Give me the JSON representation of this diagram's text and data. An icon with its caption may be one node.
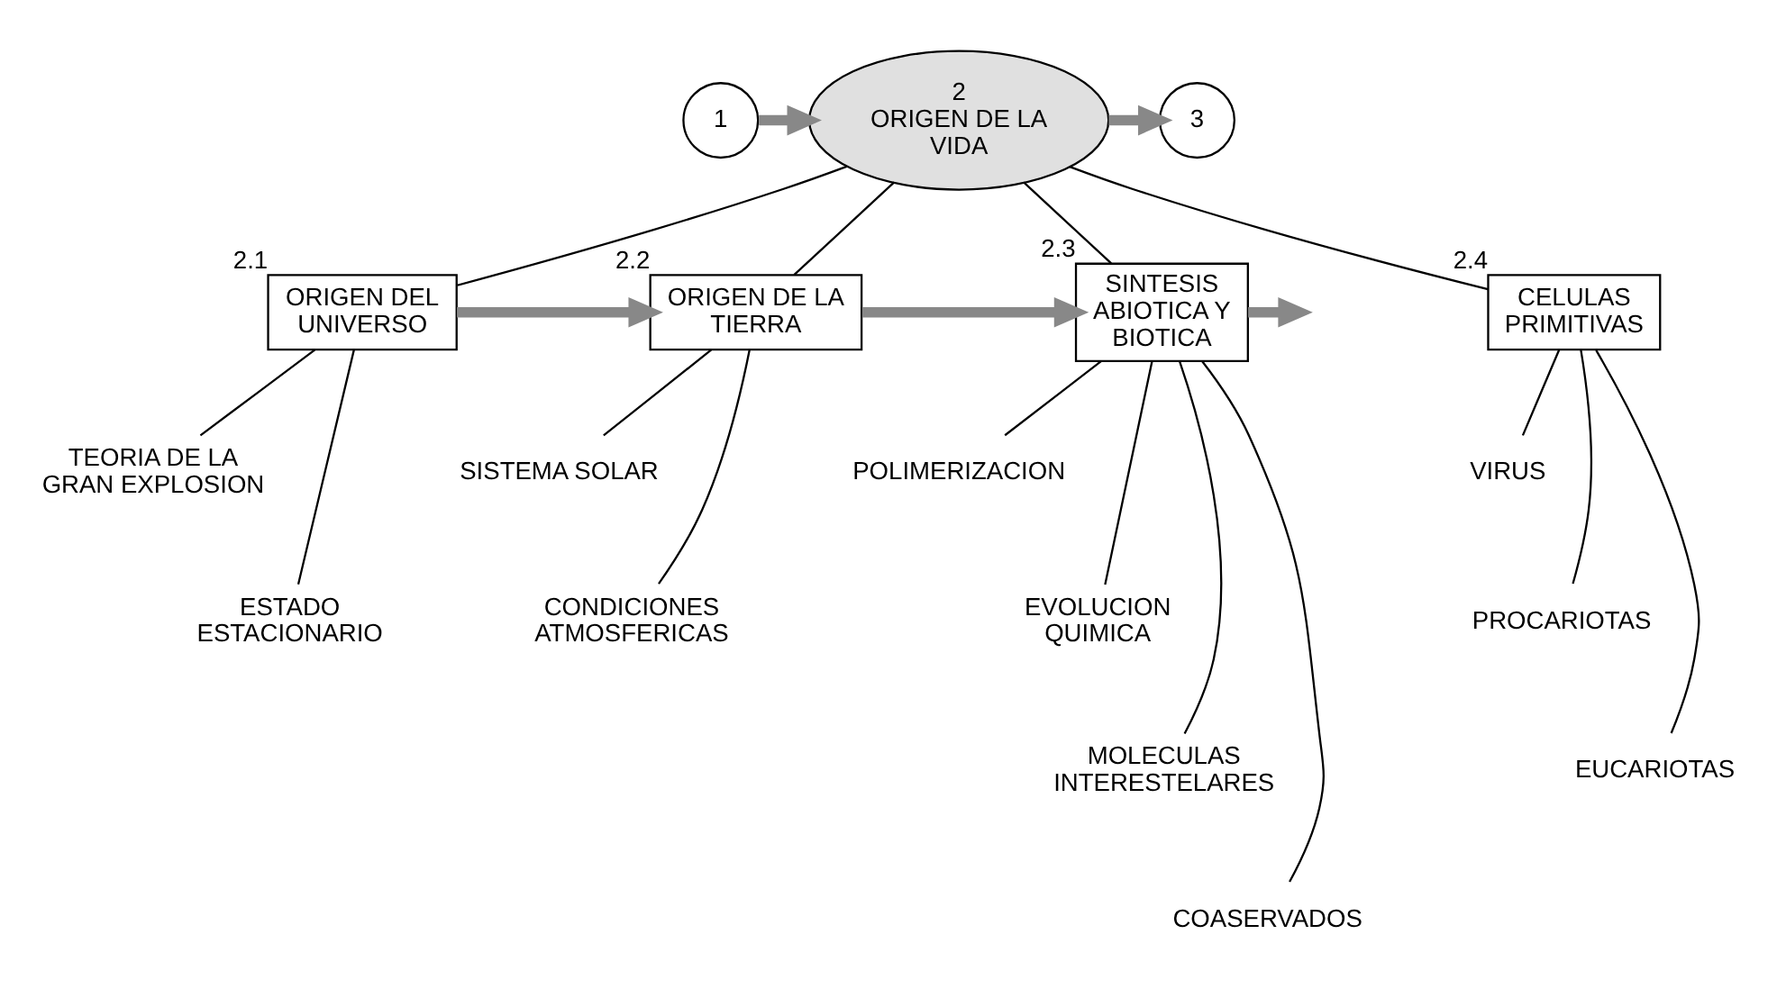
{
  "diagram": {
    "nodes": [
      {
        "text": [
          "1"
        ]
      },
      {
        "text": [
          "2",
          "ORIGEN DE LA VIDA"
        ]
      },
      {
        "text": [
          "3"
        ]
      },
      {
        "text": [
          "ORIGEN DEL UNIVERSO"
        ],
        "beside": [
          "2.1"
        ]
      },
      {
        "text": [
          "ORIGEN DE LA TIERRA"
        ],
        "beside": [
          "2.2"
        ]
      },
      {
        "text": [
          "SINTESIS ABIOTICA Y BIOTICA"
        ],
        "beside": [
          "2.3"
        ]
      },
      {
        "text": [
          "CELULAS PRIMITIVAS"
        ],
        "beside": [
          "2.4"
        ]
      },
      {
        "text": [
          "TEORIA DE LA GRAN EXPLOSION"
        ]
      },
      {
        "text": [
          "ESTADO ESTACIONARIO"
        ]
      },
      {
        "text": [
          "SISTEMA SOLAR"
        ]
      },
      {
        "text": [
          "CONDICIONES ATMOSFERICAS"
        ]
      },
      {
        "text": [
          "POLIMERIZACION"
        ]
      },
      {
        "text": [
          "EVOLUCION QUIMICA"
        ]
      },
      {
        "text": [
          "MOLECULAS INTERESTELARES"
        ]
      },
      {
        "text": [
          "COASERVADOS"
        ]
      },
      {
        "text": [
          "VIRUS"
        ]
      },
      {
        "text": [
          "PROCARIOTAS"
        ]
      },
      {
        "text": [
          "EUCARIOTAS"
        ]
      }
    ],
    "edges": [
      {
        "from": 0,
        "to": 1,
        "arrow": "to",
        "style": "thick",
        "color": "#888888"
      },
      {
        "from": 1,
        "to": 2,
        "arrow": "to",
        "style": "thick",
        "color": "#888888"
      },
      {
        "from": 1,
        "to": 3,
        "arrow": "none"
      },
      {
        "from": 1,
        "to": 4,
        "arrow": "none"
      },
      {
        "from": 1,
        "to": 5,
        "arrow": "none"
      },
      {
        "from": 1,
        "to": 6,
        "arrow": "none"
      },
      {
        "from": 3,
        "to": 4,
        "arrow": "to",
        "style": "thick",
        "color": "#888888"
      },
      {
        "from": 4,
        "to": 5,
        "arrow": "to",
        "style": "thick",
        "color": "#888888"
      },
      {
        "from": 5,
        "to": null,
        "arrow": "to",
        "style": "thick",
        "color": "#888888"
      },
      {
        "from": 3,
        "to": 7,
        "arrow": "none"
      },
      {
        "from": 3,
        "to": 8,
        "arrow": "none"
      },
      {
        "from": 4,
        "to": 9,
        "arrow": "none"
      },
      {
        "from": 4,
        "to": 10,
        "arrow": "none"
      },
      {
        "from": 5,
        "to": 11,
        "arrow": "none"
      },
      {
        "from": 5,
        "to": 12,
        "arrow": "none"
      },
      {
        "from": 5,
        "to": 13,
        "arrow": "none"
      },
      {
        "from": 5,
        "to": 14,
        "arrow": "none"
      },
      {
        "from": 6,
        "to": 15,
        "arrow": "none"
      },
      {
        "from": 6,
        "to": 16,
        "arrow": "none"
      },
      {
        "from": 6,
        "to": 17,
        "arrow": "none"
      }
    ]
  }
}
